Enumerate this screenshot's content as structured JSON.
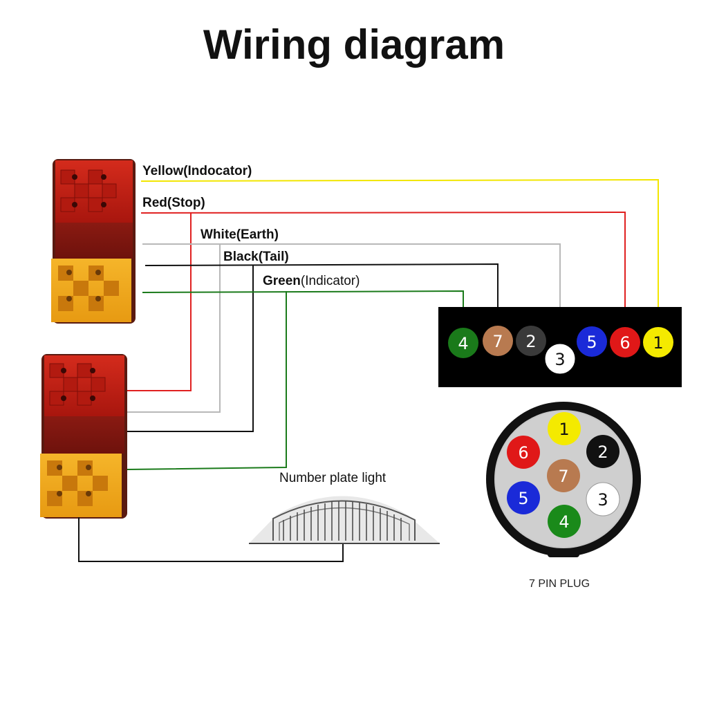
{
  "title": "Wiring diagram",
  "wires": [
    {
      "label": "Yellow(Indocator)",
      "color": "#f2e600"
    },
    {
      "label": "Red(Stop)",
      "color": "#e02020"
    },
    {
      "label": "White(Earth)",
      "color": "#b8b8b8"
    },
    {
      "label": "Black(Tail)",
      "color": "#111111"
    },
    {
      "label_bold": "Green",
      "label_rest": "(Indicator)",
      "color": "#1a7a1a"
    }
  ],
  "connector_pins": [
    {
      "num": "4",
      "fill": "#1a7a1a",
      "text": "#ffffff"
    },
    {
      "num": "7",
      "fill": "#b87a50",
      "text": "#ffffff"
    },
    {
      "num": "2",
      "fill": "#3a3a3a",
      "text": "#ffffff"
    },
    {
      "num": "3",
      "fill": "#ffffff",
      "text": "#111111"
    },
    {
      "num": "5",
      "fill": "#1a2ad8",
      "text": "#ffffff"
    },
    {
      "num": "6",
      "fill": "#e01818",
      "text": "#ffffff"
    },
    {
      "num": "1",
      "fill": "#f4ea00",
      "text": "#111111"
    }
  ],
  "plug_pins": [
    {
      "num": "1",
      "fill": "#f4ea00",
      "text": "#111111"
    },
    {
      "num": "2",
      "fill": "#111111",
      "text": "#ffffff"
    },
    {
      "num": "3",
      "fill": "#ffffff",
      "text": "#111111"
    },
    {
      "num": "4",
      "fill": "#1a8a1a",
      "text": "#ffffff"
    },
    {
      "num": "5",
      "fill": "#1a2ad8",
      "text": "#ffffff"
    },
    {
      "num": "6",
      "fill": "#e01818",
      "text": "#ffffff"
    },
    {
      "num": "7",
      "fill": "#b87a50",
      "text": "#ffffff"
    }
  ],
  "number_plate_label": "Number plate light",
  "plug_label": "7 PIN PLUG"
}
